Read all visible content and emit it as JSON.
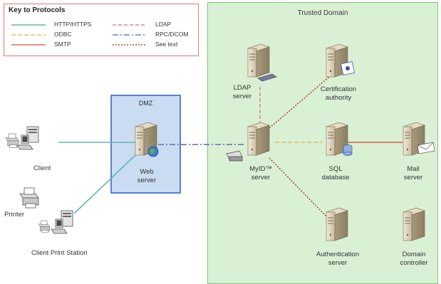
{
  "key": {
    "title": "Key to Protocols",
    "protocols": [
      {
        "label": "HTTP/HTTPS",
        "color": "#5fb8b0",
        "style": "solid"
      },
      {
        "label": "ODBC",
        "color": "#e8c06a",
        "style": "dashed"
      },
      {
        "label": "SMTP",
        "color": "#d8705a",
        "style": "solid"
      },
      {
        "label": "LDAP",
        "color": "#d98c8c",
        "style": "dashed"
      },
      {
        "label": "RPC/DCOM",
        "color": "#6f7fc8",
        "style": "dashdot"
      },
      {
        "label": "See text",
        "color": "#a0522d",
        "style": "dotted"
      }
    ]
  },
  "regions": {
    "trusted_domain": "Trusted Domain",
    "dmz": "DMZ"
  },
  "nodes": {
    "client": "Client",
    "printer": "Printer",
    "client_print_station": "Client Print Station",
    "web_server": [
      "Web",
      "server"
    ],
    "ldap_server": [
      "LDAP",
      "server"
    ],
    "certification_authority": [
      "Certification",
      "authority"
    ],
    "myid_server": [
      "MyID™",
      "server"
    ],
    "sql_database": [
      "SQL",
      "database"
    ],
    "mail_server": [
      "Mail",
      "server"
    ],
    "authentication_server": [
      "Authentication",
      "server"
    ],
    "domain_controller": [
      "Domain",
      "controller"
    ]
  },
  "colors": {
    "trusted_fill": "#d9f0d4",
    "trusted_border": "#7dc478",
    "dmz_fill": "#c9dcf2",
    "dmz_border": "#5a7fd0",
    "key_border": "#e07878"
  }
}
